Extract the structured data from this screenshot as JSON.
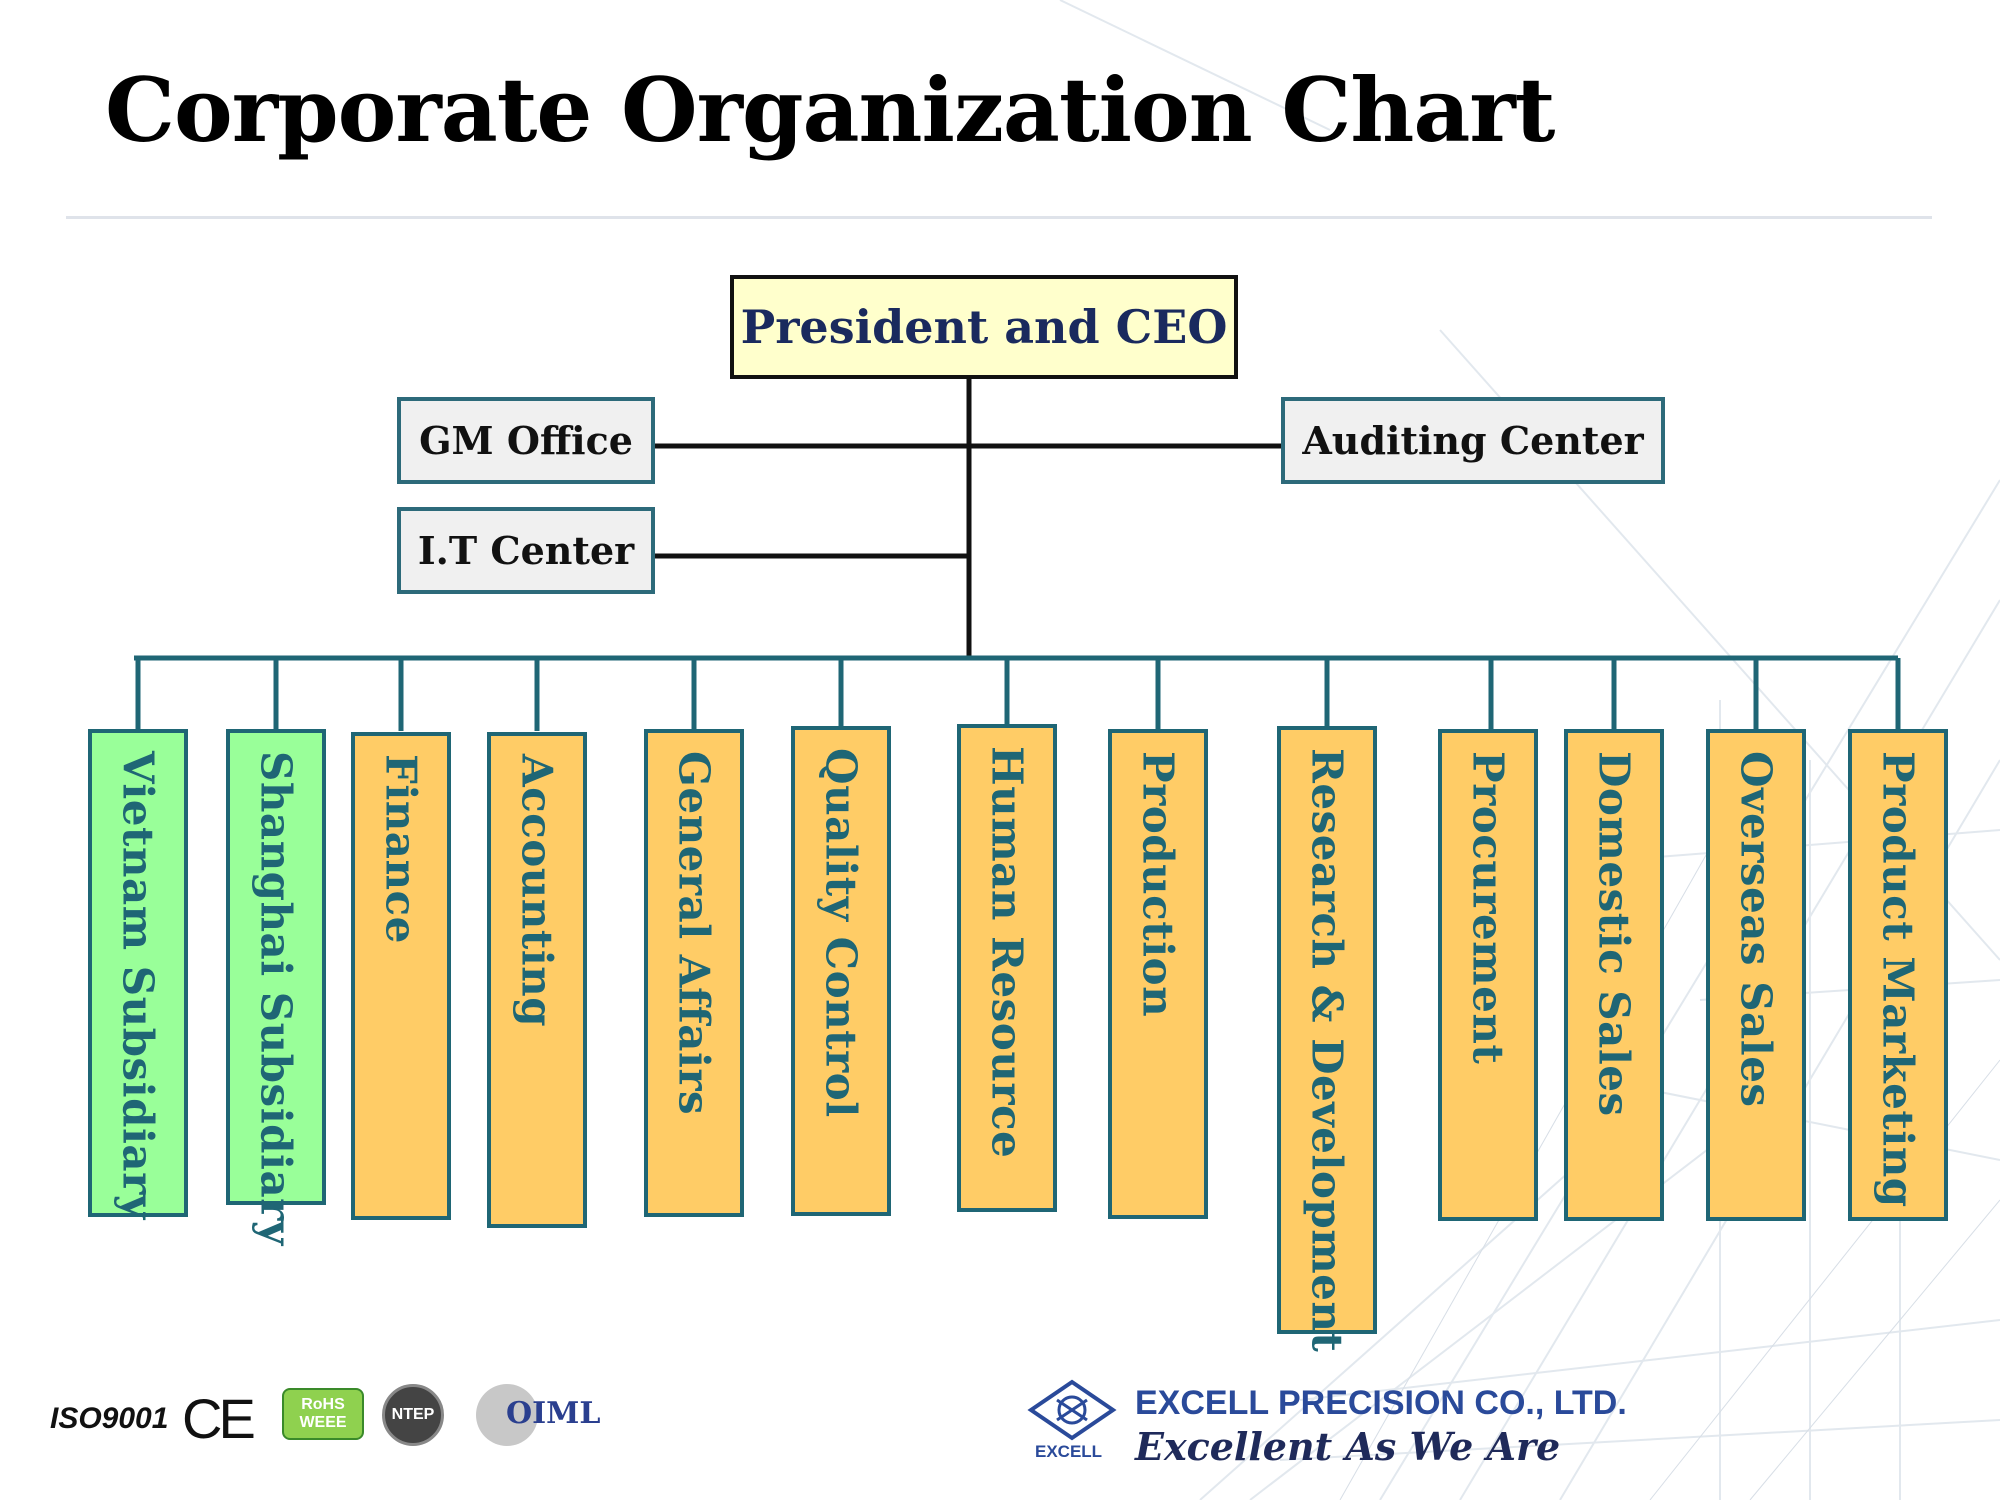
{
  "title": "Corporate Organization Chart",
  "chart": {
    "ceo": "President and CEO",
    "side_left": [
      "GM Office",
      "I.T Center"
    ],
    "side_right": [
      "Auditing Center"
    ],
    "departments": [
      {
        "label": "Vietnam Subsidiary",
        "color": "#99ff99"
      },
      {
        "label": "Shanghai Subsidiary",
        "color": "#99ff99"
      },
      {
        "label": "Finance",
        "color": "#ffcc66"
      },
      {
        "label": "Accounting",
        "color": "#ffcc66"
      },
      {
        "label": "General  Affairs",
        "color": "#ffcc66"
      },
      {
        "label": "Quality Control",
        "color": "#ffcc66"
      },
      {
        "label": "Human Resource",
        "color": "#ffcc66"
      },
      {
        "label": "Production",
        "color": "#ffcc66"
      },
      {
        "label": "Research & Development",
        "color": "#ffcc66"
      },
      {
        "label": "Procurement",
        "color": "#ffcc66"
      },
      {
        "label": "Domestic Sales",
        "color": "#ffcc66"
      },
      {
        "label": "Overseas Sales",
        "color": "#ffcc66"
      },
      {
        "label": "Product Marketing",
        "color": "#ffcc66"
      }
    ]
  },
  "footer": {
    "certifications": [
      "ISO9001",
      "CE",
      "RoHS WEEE",
      "NTEP",
      "OIML"
    ],
    "company": "EXCELL PRECISION CO., LTD.",
    "slogan": "Excellent As We Are",
    "brand_small": "EXCELL"
  },
  "colors": {
    "ceo_fill": "#ffffcc",
    "side_fill": "#f0f0f0",
    "teal": "#1f6675",
    "navy": "#1a2a5e"
  }
}
